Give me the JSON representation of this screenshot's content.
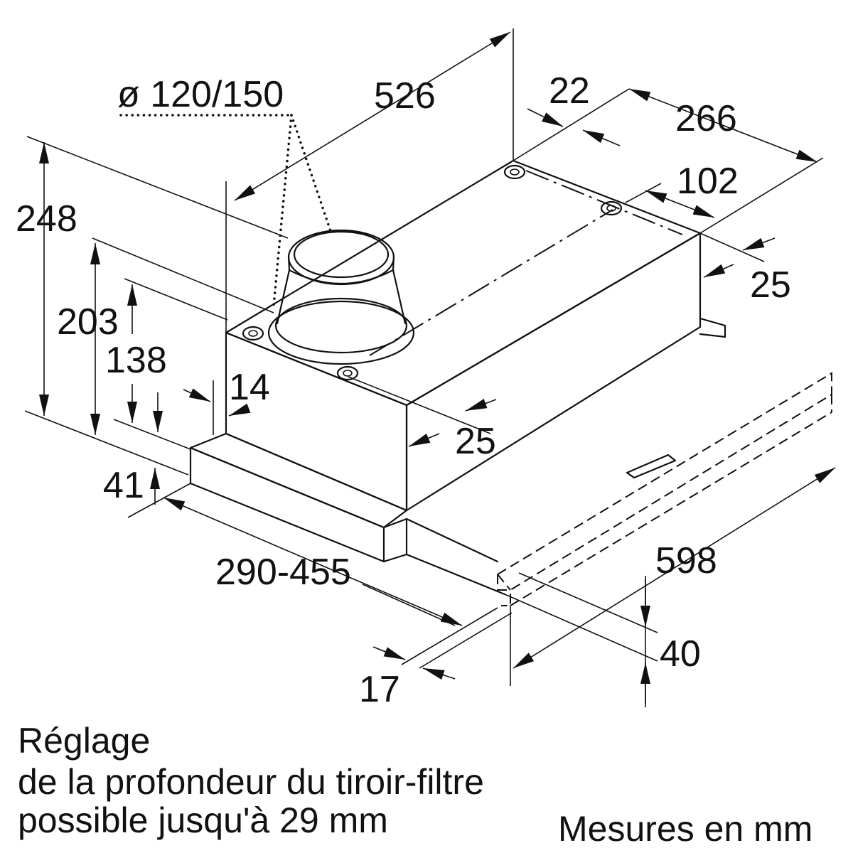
{
  "dimensions": {
    "duct_diameter": "ø 120/150",
    "depth_526": "526",
    "d22": "22",
    "d266": "266",
    "d102": "102",
    "d25_top": "25",
    "d248": "248",
    "d203": "203",
    "d138": "138",
    "d14": "14",
    "d25_mid": "25",
    "d41": "41",
    "range_290_455": "290-455",
    "d598": "598",
    "d40": "40",
    "d17": "17"
  },
  "notes": {
    "adjust_line1": "Réglage",
    "adjust_line2": "de la profondeur du tiroir-filtre",
    "adjust_line3": "possible jusqu'à 29 mm",
    "units": "Mesures en mm"
  },
  "colors": {
    "line": "#111111",
    "background": "#ffffff"
  }
}
